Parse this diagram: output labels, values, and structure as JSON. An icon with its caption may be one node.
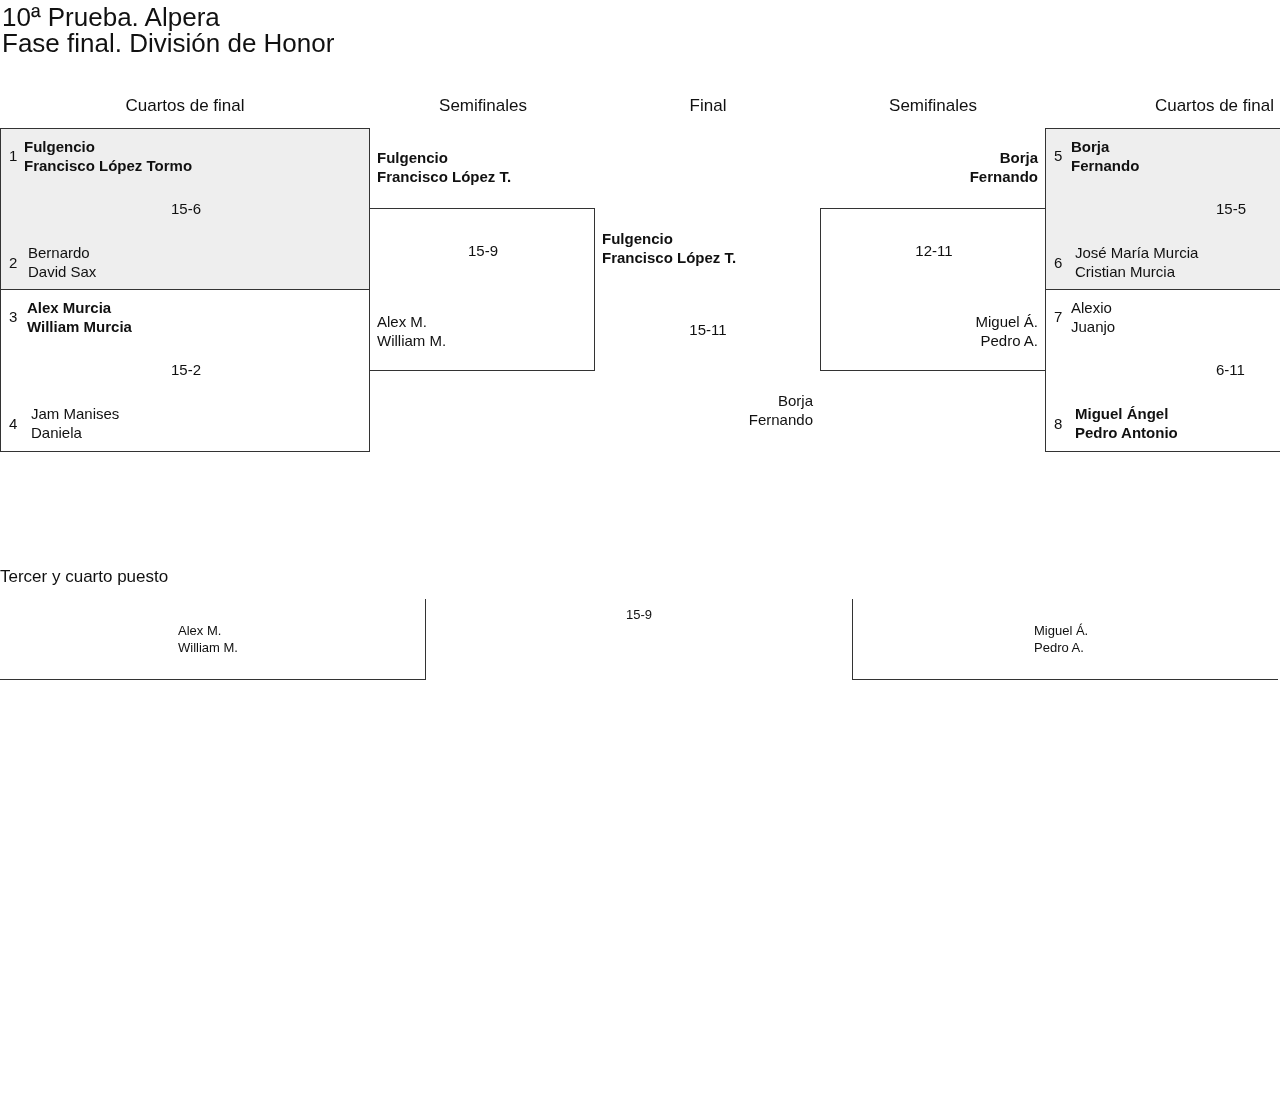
{
  "diagram": {
    "title": "10ª Prueba. Alpera",
    "nodes": [
      {
        "text": [
          "1",
          "Fulgencio",
          "Francisco López Tormo",
          "15-6",
          "2",
          "Bernardo",
          "David Sax"
        ]
      },
      {
        "text": [
          "3",
          "Alex Murcia",
          "William Murcia",
          "15-2",
          "4",
          "Jam Manises",
          "Daniela"
        ]
      },
      {
        "text": [
          "15-9",
          "Alex M.",
          "William M."
        ]
      },
      {
        "text": [
          "12-11",
          "Miguel Á.",
          "Pedro A."
        ]
      },
      {
        "text": [
          "5",
          "Borja",
          "Fernando",
          "15-5",
          "6",
          "José María Murcia",
          "Cristian Murcia"
        ]
      },
      {
        "text": [
          "7",
          "Alexio",
          "Juanjo",
          "6-11",
          "8",
          "Miguel Ángel",
          "Pedro Antonio"
        ]
      },
      {
        "text": [
          "Alex M.",
          "William M."
        ]
      },
      {
        "text": [
          "Miguel Á.",
          "Pedro A."
        ]
      }
    ],
    "labels": [
      "Fase final. División de Honor",
      "Cuartos de final",
      "Semifinales",
      "Final",
      "Semifinales",
      "Cuartos de final",
      "Fulgencio",
      "Francisco López T.",
      "Borja",
      "Fernando",
      "Fulgencio",
      "Francisco López T.",
      "15-11",
      "Borja",
      "Fernando",
      "Tercer y cuarto puesto",
      "15-9"
    ]
  }
}
